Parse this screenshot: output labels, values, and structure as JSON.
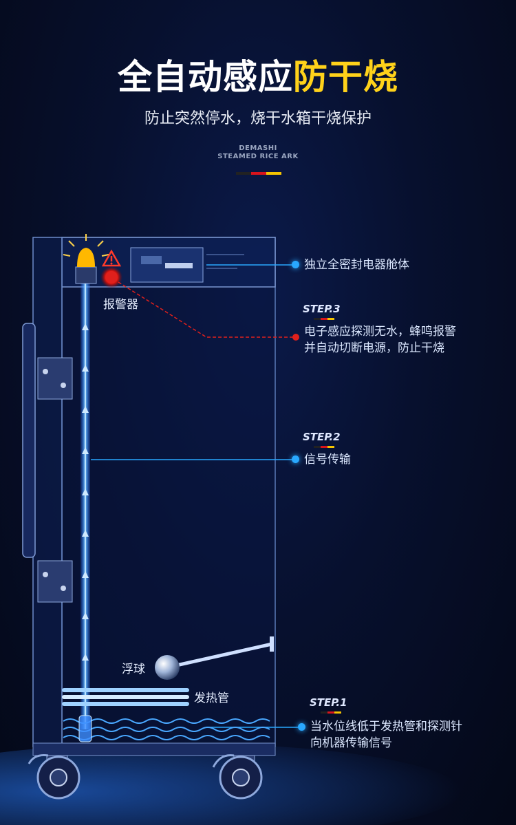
{
  "header": {
    "title_main": "全自动感应",
    "title_highlight": "防干烧",
    "subtitle": "防止突然停水，烧干水箱干烧保护",
    "brand_line1": "DEMASHI",
    "brand_line2": "STEAMED RICE ARK"
  },
  "callouts": {
    "sealed_cabin": "独立全密封电器舱体",
    "step3_label": "STEP.3",
    "step3_line1": "电子感应探测无水，蜂鸣报警",
    "step3_line2": "并自动切断电源，防止干烧",
    "step2_label": "STEP.2",
    "step2_text": "信号传输",
    "step1_label": "STEP.1",
    "step1_line1": "当水位线低于发热管和探测针",
    "step1_line2": "向机器传输信号"
  },
  "parts": {
    "alarm": "报警器",
    "float_ball": "浮球",
    "heating_tube": "发热管"
  },
  "colors": {
    "highlight": "#ffd21a",
    "accent_blue": "#29a8ff",
    "alarm_red": "#e0201c",
    "flag_black": "#222222",
    "flag_red": "#d8141c",
    "flag_yellow": "#f5c400"
  }
}
